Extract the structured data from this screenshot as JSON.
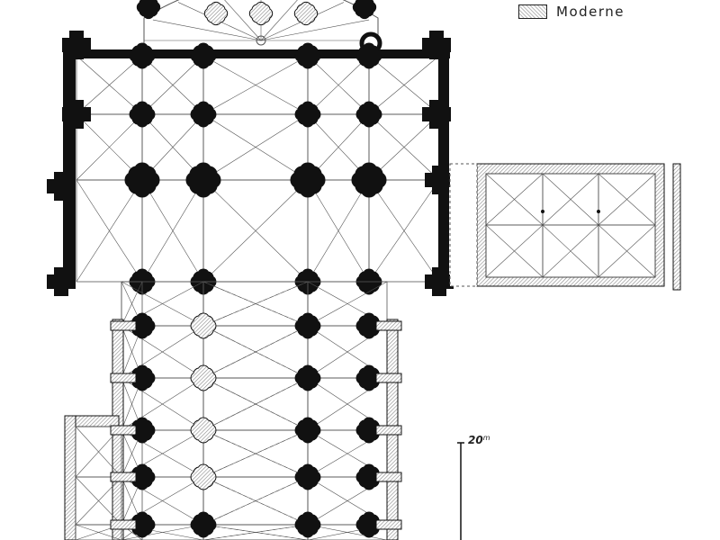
{
  "legend": {
    "label": "Moderne"
  },
  "scale": {
    "value": "20",
    "unit": "m"
  },
  "colors": {
    "ink": "#111111",
    "line": "#555555",
    "paper": "#ffffff",
    "hatch": "#888888"
  }
}
